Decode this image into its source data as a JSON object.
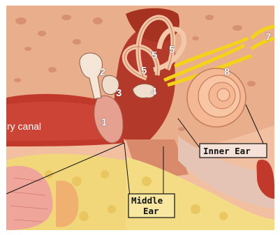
{
  "diagram": {
    "numbers": [
      "1",
      "2",
      "3",
      "4",
      "5",
      "5",
      "5",
      "7",
      "8"
    ],
    "ear_canal_label": "ry canal",
    "middle_ear_label": [
      "Middle",
      "Ear"
    ],
    "inner_ear_label": "Inner Ear"
  },
  "colors": {
    "bone": "#e8a888",
    "bone_dark": "#c97a5c",
    "canal_red": "#c0392b",
    "fat_yellow": "#f1d77a",
    "nerve_yellow": "#f4d21a",
    "frame": "#9a9a9a"
  }
}
